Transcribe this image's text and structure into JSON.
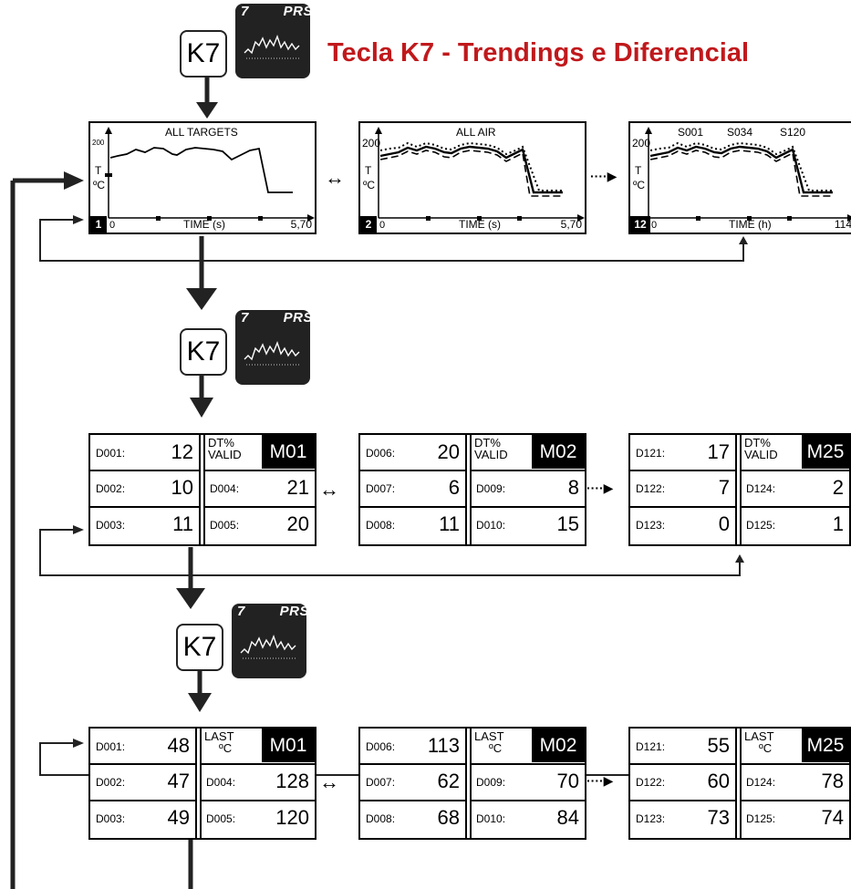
{
  "title": "Tecla K7 - Trendings e Diferencial",
  "key_label": "K7",
  "key_icon": {
    "number": "7",
    "mode": "PRS",
    "icon": "trend-chart-icon"
  },
  "trend_screens": [
    {
      "title": "ALL TARGETS",
      "ymax": "200",
      "ylabel_t": "T",
      "ylabel_unit": "ºC",
      "badge": "1",
      "x0": "0",
      "xlabel": "TIME (s)",
      "xmax": "5,70"
    },
    {
      "title": "ALL AIR",
      "ymax": "200",
      "ylabel_t": "T",
      "ylabel_unit": "ºC",
      "badge": "2",
      "x0": "0",
      "xlabel": "TIME (s)",
      "xmax": "5,70"
    },
    {
      "series_labels": [
        "S001",
        "S034",
        "S120"
      ],
      "ymax": "200",
      "ylabel_t": "T",
      "ylabel_unit": "ºC",
      "badge": "12",
      "x0": "0",
      "xlabel": "TIME (h)",
      "xmax": "114"
    }
  ],
  "diff_tables": [
    {
      "header": "DT%",
      "header2": "VALID",
      "module": "M01",
      "left": [
        {
          "label": "D001:",
          "value": "12"
        },
        {
          "label": "D002:",
          "value": "10"
        },
        {
          "label": "D003:",
          "value": "11"
        }
      ],
      "right": [
        {
          "label": "D004:",
          "value": "21"
        },
        {
          "label": "D005:",
          "value": "20"
        }
      ]
    },
    {
      "header": "DT%",
      "header2": "VALID",
      "module": "M02",
      "left": [
        {
          "label": "D006:",
          "value": "20"
        },
        {
          "label": "D007:",
          "value": "6"
        },
        {
          "label": "D008:",
          "value": "11"
        }
      ],
      "right": [
        {
          "label": "D009:",
          "value": "8"
        },
        {
          "label": "D010:",
          "value": "15"
        }
      ]
    },
    {
      "header": "DT%",
      "header2": "VALID",
      "module": "M25",
      "left": [
        {
          "label": "D121:",
          "value": "17"
        },
        {
          "label": "D122:",
          "value": "7"
        },
        {
          "label": "D123:",
          "value": "0"
        }
      ],
      "right": [
        {
          "label": "D124:",
          "value": "2"
        },
        {
          "label": "D125:",
          "value": "1"
        }
      ]
    }
  ],
  "last_tables": [
    {
      "header": "LAST",
      "header2": "ºC",
      "module": "M01",
      "left": [
        {
          "label": "D001:",
          "value": "48"
        },
        {
          "label": "D002:",
          "value": "47"
        },
        {
          "label": "D003:",
          "value": "49"
        }
      ],
      "right": [
        {
          "label": "D004:",
          "value": "128"
        },
        {
          "label": "D005:",
          "value": "120"
        }
      ]
    },
    {
      "header": "LAST",
      "header2": "ºC",
      "module": "M02",
      "left": [
        {
          "label": "D006:",
          "value": "113"
        },
        {
          "label": "D007:",
          "value": "62"
        },
        {
          "label": "D008:",
          "value": "68"
        }
      ],
      "right": [
        {
          "label": "D009:",
          "value": "70"
        },
        {
          "label": "D010:",
          "value": "84"
        }
      ]
    },
    {
      "header": "LAST",
      "header2": "ºC",
      "module": "M25",
      "left": [
        {
          "label": "D121:",
          "value": "55"
        },
        {
          "label": "D122:",
          "value": "60"
        },
        {
          "label": "D123:",
          "value": "73"
        }
      ],
      "right": [
        {
          "label": "D124:",
          "value": "78"
        },
        {
          "label": "D125:",
          "value": "74"
        }
      ]
    }
  ],
  "connectors": {
    "both_ways": "↔",
    "ellipsis": "····▶"
  },
  "colors": {
    "title": "#c0191c",
    "ink": "#000000",
    "icon_bg": "#222222"
  }
}
